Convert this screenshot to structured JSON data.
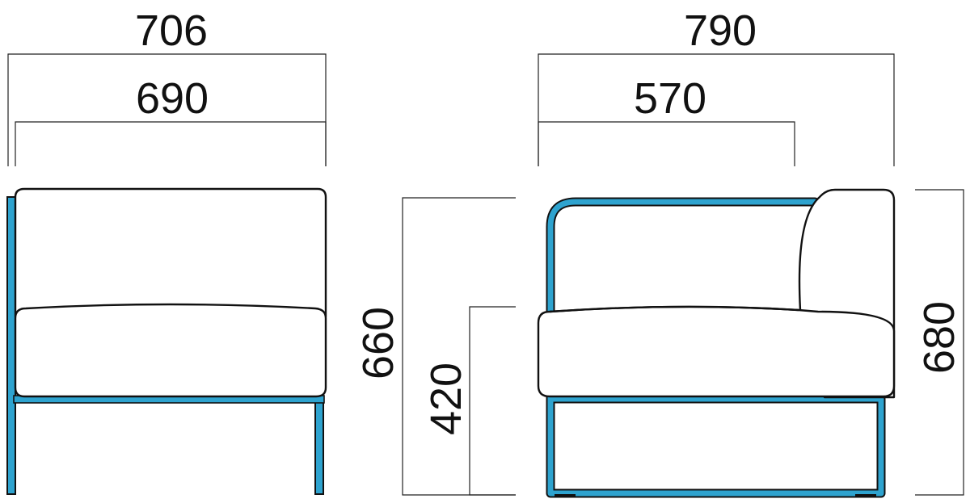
{
  "colors": {
    "frame": "#2ea3cf",
    "outline": "#111111",
    "dimension": "#222222",
    "background": "#ffffff"
  },
  "front_view": {
    "overall_width": "706",
    "seat_width": "690"
  },
  "side_view": {
    "overall_depth": "790",
    "seat_depth": "570",
    "total_height_left": "660",
    "seat_height": "420",
    "total_height_right": "680"
  }
}
